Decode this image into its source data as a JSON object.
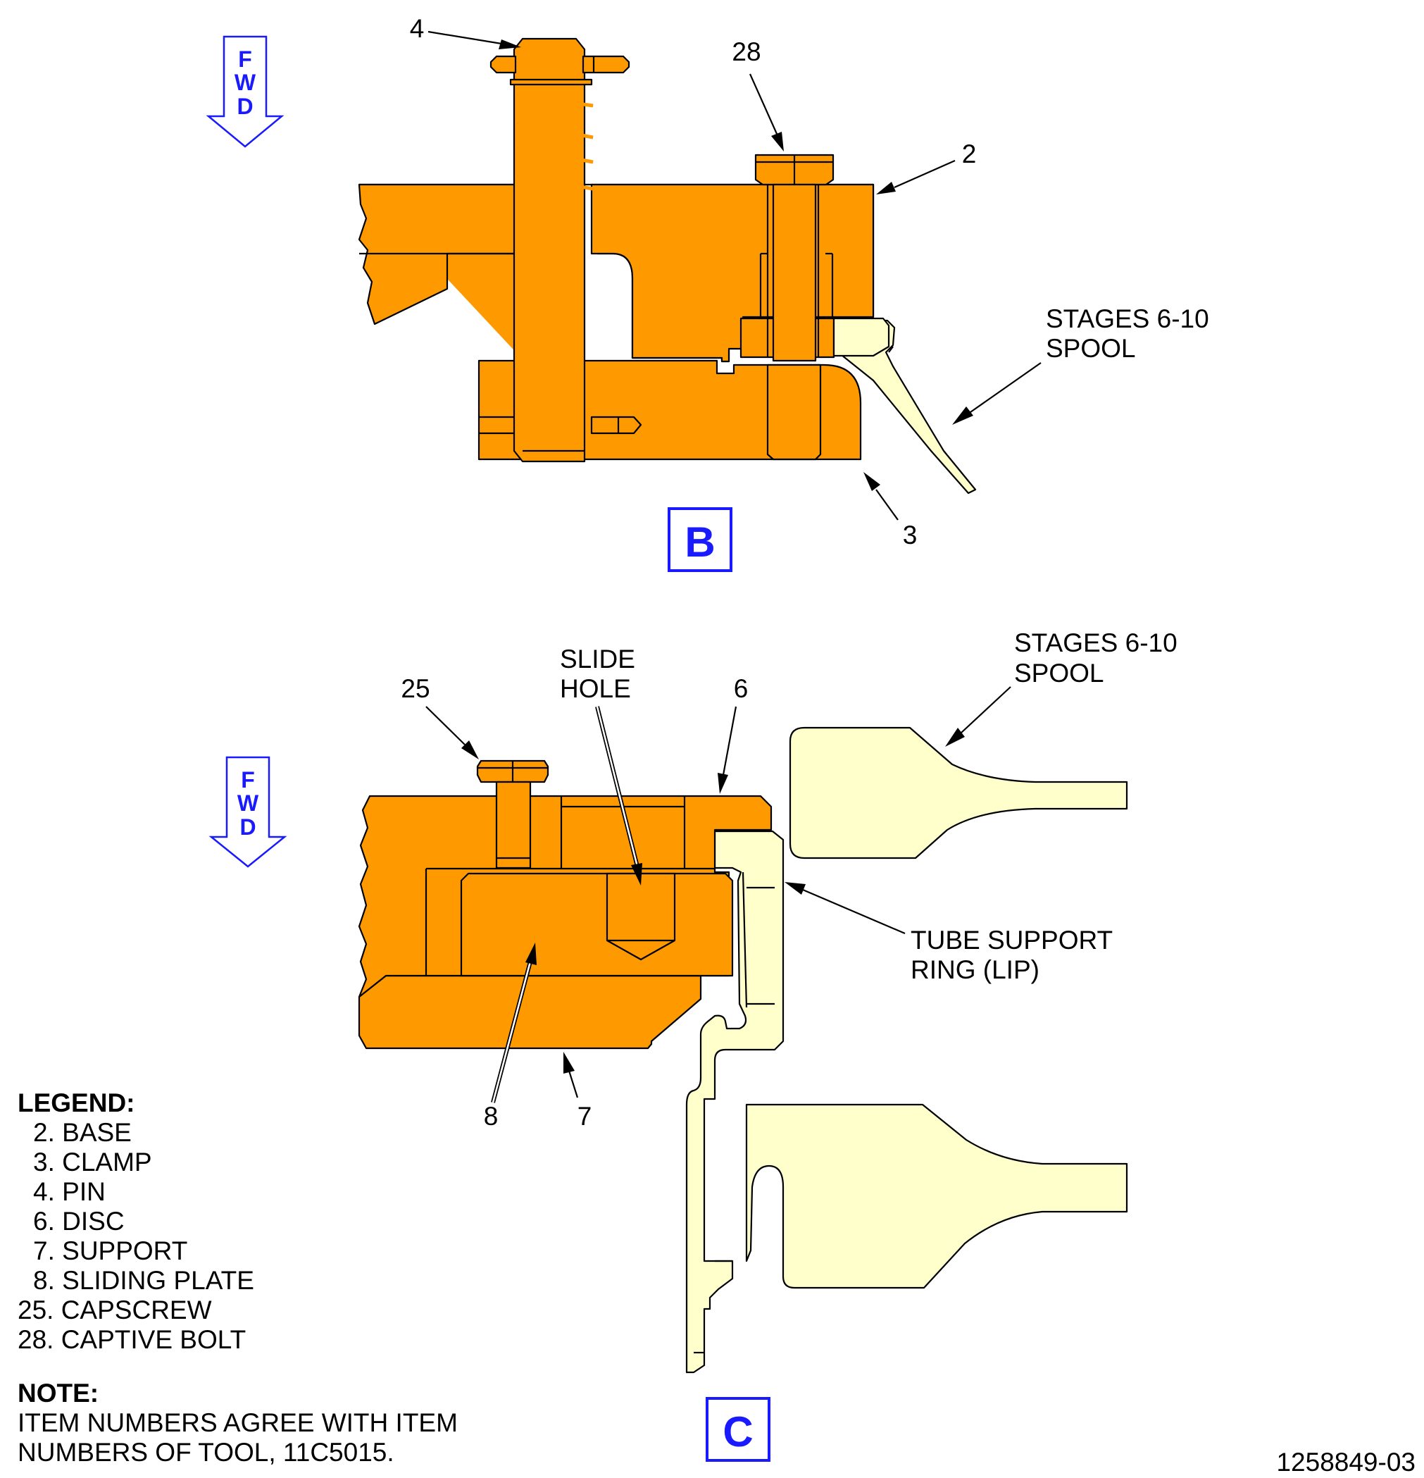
{
  "views": {
    "b": {
      "letter": "B",
      "fwd": [
        "F",
        "W",
        "D"
      ]
    },
    "c": {
      "letter": "C",
      "fwd": [
        "F",
        "W",
        "D"
      ]
    }
  },
  "callouts": {
    "b_pin": "4",
    "b_bolt": "28",
    "b_base": "2",
    "b_clamp": "3",
    "b_spool": [
      "STAGES 6-10",
      "SPOOL"
    ],
    "c_capscrew": "25",
    "c_slide_hole": [
      "SLIDE",
      "HOLE"
    ],
    "c_disc": "6",
    "c_spool": [
      "STAGES 6-10",
      "SPOOL"
    ],
    "c_ring": [
      "TUBE SUPPORT",
      "RING (LIP)"
    ],
    "c_plate": "8",
    "c_support": "7"
  },
  "legend": {
    "title": "LEGEND:",
    "items": [
      "2. BASE",
      "3. CLAMP",
      "4. PIN",
      "6. DISC",
      "7. SUPPORT",
      "8. SLIDING PLATE",
      "25. CAPSCREW",
      "28. CAPTIVE BOLT"
    ]
  },
  "note": {
    "title": "NOTE:",
    "lines": [
      "ITEM NUMBERS AGREE WITH ITEM",
      "NUMBERS OF TOOL, 11C5015."
    ]
  },
  "figure_id": "1258849-03",
  "colors": {
    "tool": "#ff9900",
    "part": "#ffffcc",
    "accent": "#1a1aff"
  }
}
